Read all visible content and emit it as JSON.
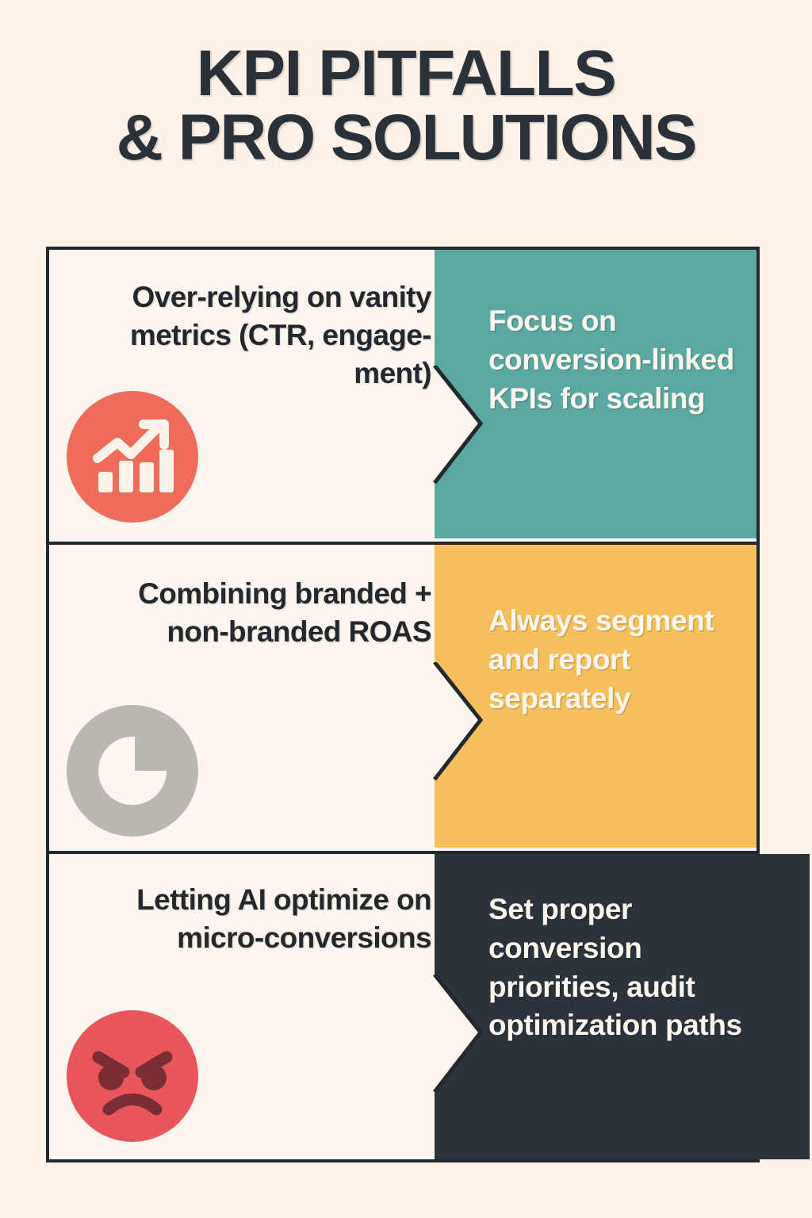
{
  "title": {
    "line1": "KPI PITFALLS",
    "line2": "& PRO SOLUTIONS"
  },
  "colors": {
    "page_background": "#FDF2E9",
    "cell_background": "#FDF6EE",
    "ink": "#23282E",
    "row1_accent": "#5BA8A0",
    "row2_accent": "#F5C05B",
    "row3_accent": "#2B333B",
    "icon_coral": "#EE6C59",
    "icon_gray": "#BCB8B0",
    "icon_red": "#E8555A",
    "icon_red_dark": "#7A2E33"
  },
  "rows": [
    {
      "problem": "Over-relying on vanity metrics (CTR, engage-ment)",
      "solution": "Focus on conversion-linked KPIs for scaling",
      "icon": "growth-chart-icon",
      "accent": "#5BA8A0"
    },
    {
      "problem": "Combining branded + non-branded ROAS",
      "solution": "Always segment and report separately",
      "icon": "pie-chart-icon",
      "accent": "#F5C05B"
    },
    {
      "problem": "Letting AI optimize on micro-conversions",
      "solution": "Set proper conversion priorities, audit optimization paths",
      "icon": "angry-face-icon",
      "accent": "#2B333B"
    }
  ]
}
